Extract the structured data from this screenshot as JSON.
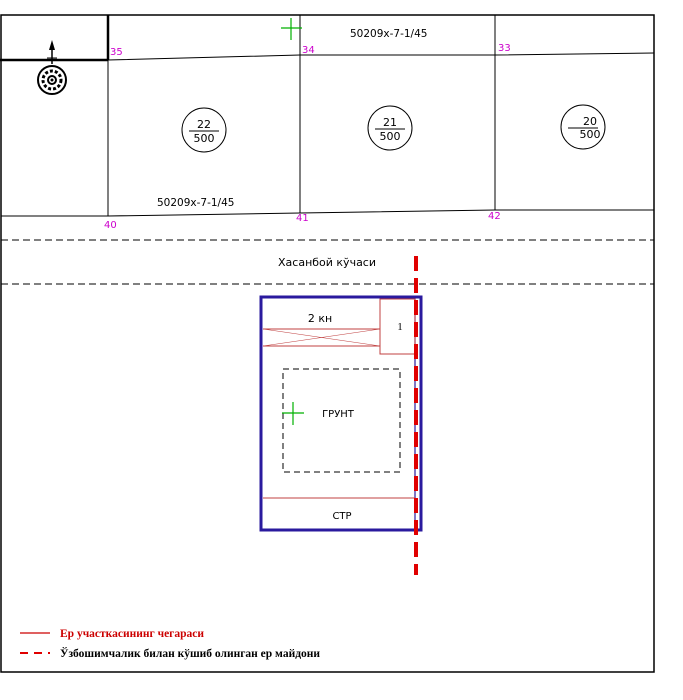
{
  "cadastre_numbers": {
    "top": "50209х-7-1/45",
    "middle": "50209х-7-1/45"
  },
  "points": [
    "35",
    "34",
    "33",
    "40",
    "41",
    "42"
  ],
  "parcels": [
    {
      "top": "22",
      "bottom": "500"
    },
    {
      "top": "21",
      "bottom": "500"
    },
    {
      "top": "20",
      "bottom": "500"
    }
  ],
  "street_name": "Хасанбой кўчаси",
  "plot": {
    "building_label": "2 кн",
    "marker_label": "1",
    "ground_label": "ГРУНТ",
    "strip_label": "СТР"
  },
  "legend": {
    "boundary_label": "Ер участкасининг чегараси",
    "seized_label": "Ўзбошимчалик билан кўшиб олинган ер майдони"
  },
  "colors": {
    "line": "#000000",
    "point_label": "#cc00cc",
    "plot_outline": "#2a1a9e",
    "boundary": "#cc0000",
    "seized_dash": "#e00000",
    "cross": "#00b000",
    "inner_line": "#c04040"
  },
  "icons": {
    "north_arrow": "north-arrow-icon",
    "compass": "compass-rose-icon",
    "marker": "green-cross-marker-icon"
  }
}
